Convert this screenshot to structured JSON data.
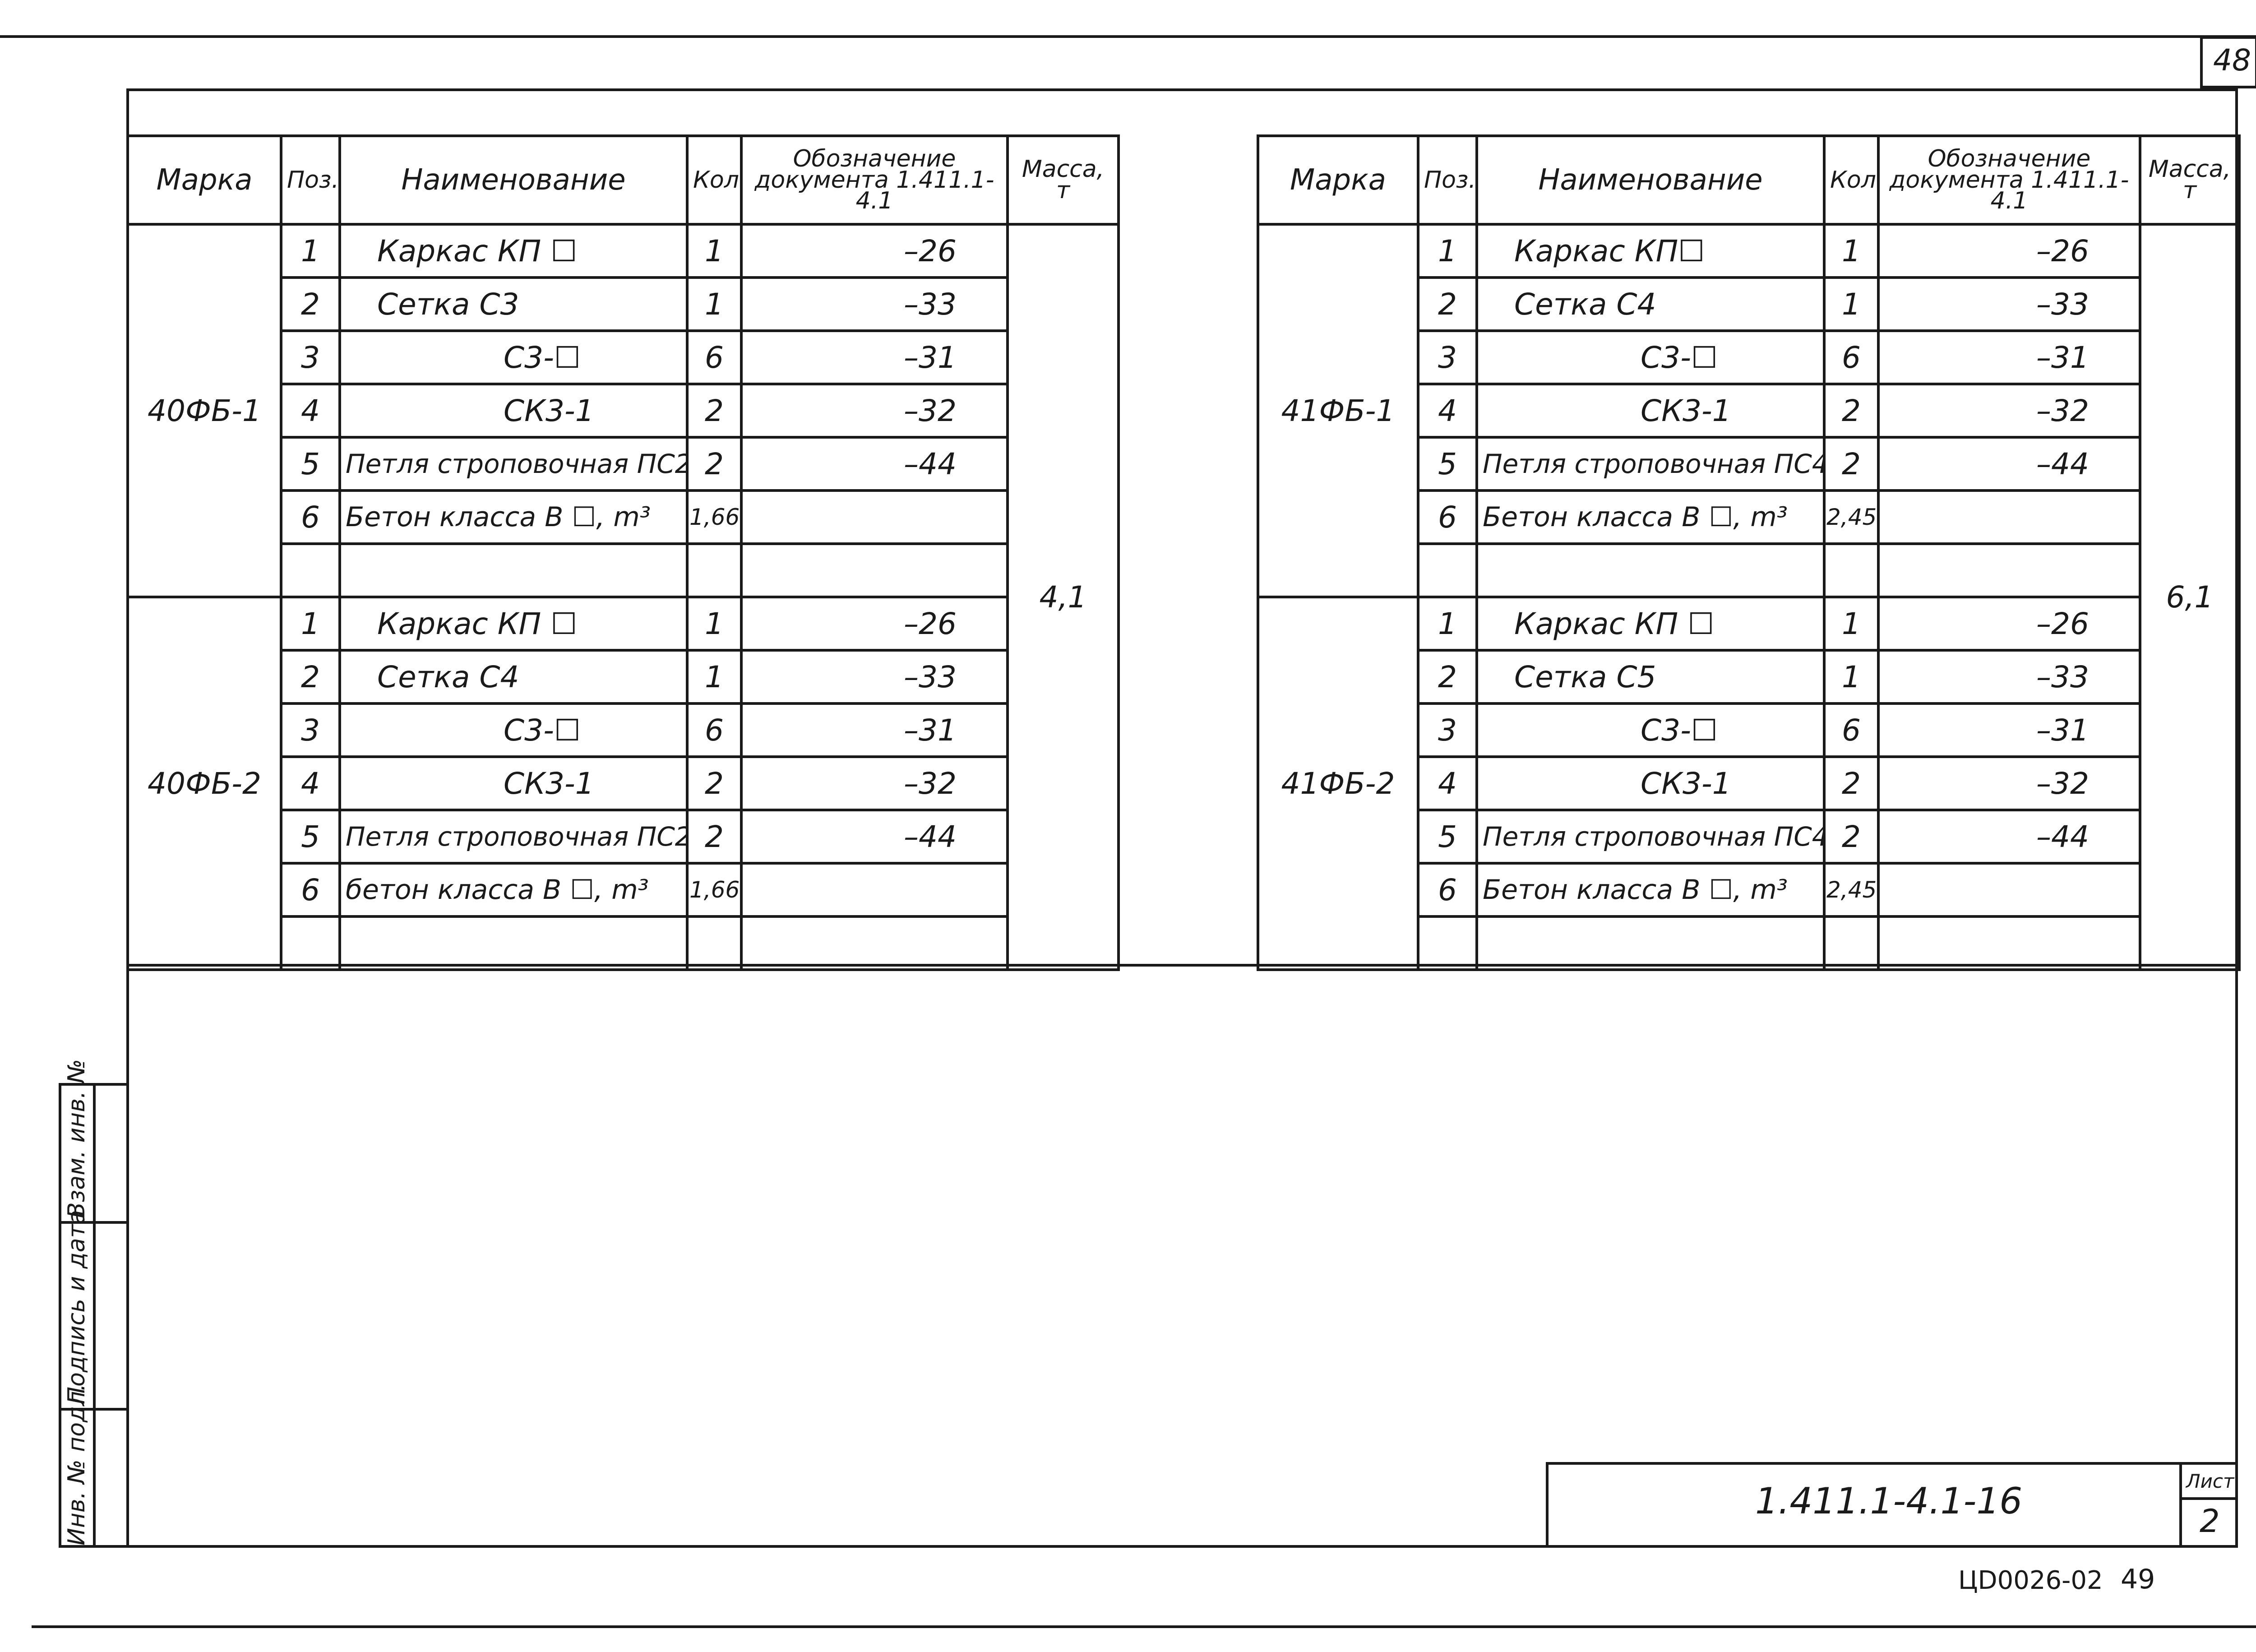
{
  "sheet_number_top": "48",
  "headers": {
    "mark": "Марка",
    "pos": "Поз.",
    "name": "Наименование",
    "qty": "Кол.",
    "doc": "Обозначение документа 1.411.1-4.1",
    "mass": "Масса, т"
  },
  "left_table": {
    "groups": [
      {
        "mark": "40ФБ-1",
        "rows": [
          {
            "pos": "1",
            "name": "Каркас КП ☐",
            "qty": "1",
            "doc": "–26"
          },
          {
            "pos": "2",
            "name": "Сетка С3",
            "qty": "1",
            "doc": "–33"
          },
          {
            "pos": "3",
            "name": "С3-☐",
            "qty": "6",
            "doc": "–31"
          },
          {
            "pos": "4",
            "name": "СК3-1",
            "qty": "2",
            "doc": "–32"
          },
          {
            "pos": "5",
            "name": "Петля строповочная ПС2",
            "qty": "2",
            "doc": "–44"
          },
          {
            "pos": "6",
            "name": "Бетон класса В ☐, m³",
            "qty": "1,66",
            "doc": ""
          },
          {
            "pos": "",
            "name": "",
            "qty": "",
            "doc": ""
          }
        ]
      },
      {
        "mark": "40ФБ-2",
        "rows": [
          {
            "pos": "1",
            "name": "Каркас КП ☐",
            "qty": "1",
            "doc": "–26"
          },
          {
            "pos": "2",
            "name": "Сетка С4",
            "qty": "1",
            "doc": "–33"
          },
          {
            "pos": "3",
            "name": "С3-☐",
            "qty": "6",
            "doc": "–31"
          },
          {
            "pos": "4",
            "name": "СК3-1",
            "qty": "2",
            "doc": "–32"
          },
          {
            "pos": "5",
            "name": "Петля строповочная ПС2",
            "qty": "2",
            "doc": "–44"
          },
          {
            "pos": "6",
            "name": "бетон класса В ☐, m³",
            "qty": "1,66",
            "doc": ""
          },
          {
            "pos": "",
            "name": "",
            "qty": "",
            "doc": ""
          }
        ]
      }
    ],
    "mass": "4,1"
  },
  "right_table": {
    "groups": [
      {
        "mark": "41ФБ-1",
        "rows": [
          {
            "pos": "1",
            "name": "Каркас КП☐",
            "qty": "1",
            "doc": "–26"
          },
          {
            "pos": "2",
            "name": "Сетка С4",
            "qty": "1",
            "doc": "–33"
          },
          {
            "pos": "3",
            "name": "С3-☐",
            "qty": "6",
            "doc": "–31"
          },
          {
            "pos": "4",
            "name": "СК3-1",
            "qty": "2",
            "doc": "–32"
          },
          {
            "pos": "5",
            "name": "Петля строповочная ПС4",
            "qty": "2",
            "doc": "–44"
          },
          {
            "pos": "6",
            "name": "Бетон класса В ☐, m³",
            "qty": "2,45",
            "doc": ""
          },
          {
            "pos": "",
            "name": "",
            "qty": "",
            "doc": ""
          }
        ]
      },
      {
        "mark": "41ФБ-2",
        "rows": [
          {
            "pos": "1",
            "name": "Каркас КП ☐",
            "qty": "1",
            "doc": "–26"
          },
          {
            "pos": "2",
            "name": "Сетка С5",
            "qty": "1",
            "doc": "–33"
          },
          {
            "pos": "3",
            "name": "С3-☐",
            "qty": "6",
            "doc": "–31"
          },
          {
            "pos": "4",
            "name": "СК3-1",
            "qty": "2",
            "doc": "–32"
          },
          {
            "pos": "5",
            "name": "Петля строповочная ПС4",
            "qty": "2",
            "doc": "–44"
          },
          {
            "pos": "6",
            "name": "Бетон класса В ☐, m³",
            "qty": "2,45",
            "doc": ""
          },
          {
            "pos": "",
            "name": "",
            "qty": "",
            "doc": ""
          }
        ]
      }
    ],
    "mass": "6,1"
  },
  "side_stamp": {
    "inv_orig": "Инв. № подл.",
    "sign_date": "Подпись и дата",
    "replace_inv": "Взам. инв. №"
  },
  "title_block": {
    "designation": "1.411.1-4.1-16",
    "sheet_label": "Лист",
    "sheet_value": "2"
  },
  "footer": {
    "code": "ЦD0026-02",
    "page": "49"
  }
}
